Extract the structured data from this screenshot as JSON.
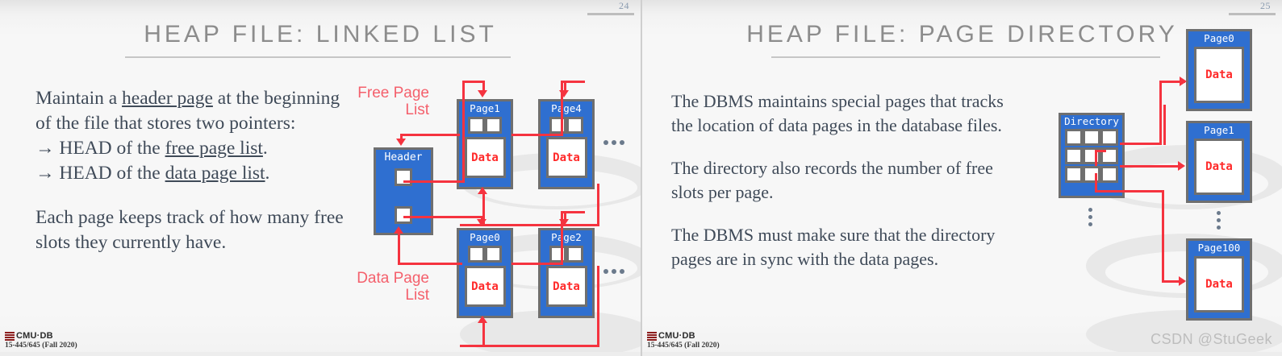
{
  "slides": [
    {
      "page_number": "24",
      "title": "HEAP FILE: LINKED LIST",
      "paragraphs": [
        "Maintain a header page at the beginning of the file that stores two pointers:",
        "→ HEAD of the free page list.",
        "→ HEAD of the data page list.",
        "Each page keeps track of how many free slots they currently have."
      ],
      "body": {
        "p1_pre": "Maintain a ",
        "p1_underline": "header page",
        "p1_post": " at the beginning of the file that stores two pointers:",
        "p2_pre": "→ HEAD of the ",
        "p2_underline": "free page list",
        "p2_post": ".",
        "p3_pre": "→ HEAD of the ",
        "p3_underline": "data page list",
        "p3_post": ".",
        "p4": "Each page keeps track of how many free slots they currently have."
      },
      "diagram": {
        "free_list_label": "Free Page\nList",
        "data_list_label": "Data Page\nList",
        "header_label": "Header",
        "header_slots": 2,
        "pages": [
          {
            "label": "Page1",
            "slots": 2,
            "data_label": "Data"
          },
          {
            "label": "Page4",
            "slots": 2,
            "data_label": "Data"
          },
          {
            "label": "Page0",
            "slots": 2,
            "data_label": "Data"
          },
          {
            "label": "Page2",
            "slots": 2,
            "data_label": "Data"
          }
        ],
        "ellipsis": "•••"
      },
      "footer": {
        "logo": "CMU·DB",
        "course": "15-445/645 (Fall 2020)"
      }
    },
    {
      "page_number": "25",
      "title": "HEAP FILE: PAGE DIRECTORY",
      "paragraphs": [
        "The DBMS maintains special pages that tracks the location of data pages in the database files.",
        "The directory also records the number of free slots per page.",
        "The DBMS must make sure that the directory pages are in sync with the data pages."
      ],
      "diagram": {
        "directory_label": "Directory",
        "directory_rows": 3,
        "directory_cols": 3,
        "pages": [
          {
            "label": "Page0",
            "data_label": "Data"
          },
          {
            "label": "Page1",
            "data_label": "Data"
          },
          {
            "label": "Page100",
            "data_label": "Data"
          }
        ],
        "vertical_ellipsis": "⋮"
      },
      "footer": {
        "logo": "CMU·DB",
        "course": "15-445/645 (Fall 2020)"
      }
    }
  ],
  "watermark": "CSDN @StuGeek",
  "colors": {
    "page_blue": "#2f6fd0",
    "connector_red": "#f5333f",
    "label_red": "#f4606c",
    "data_red": "#ff2a2a",
    "title_gray": "#8c8c8c",
    "body_gray": "#3f4a58",
    "slide_bg": "#f7f7f7"
  }
}
